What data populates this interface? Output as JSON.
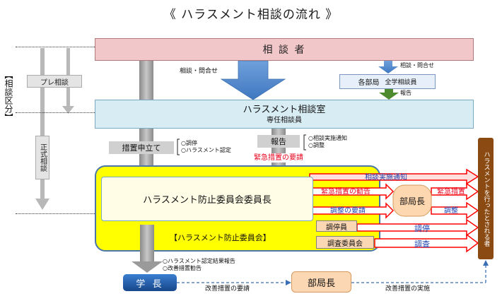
{
  "title": "《 ハラスメント相談の流れ 》",
  "classification": {
    "label": "【相談区分】",
    "pre": "プレ相談",
    "formal": "正式相談"
  },
  "boxes": {
    "consultant": "相 談 者",
    "office": "ハラスメント相談室",
    "office_staff": "専任相談員",
    "dept": "各部局",
    "dept_staff": "全学相談員",
    "chair": "ハラスメント防止委員会委員長",
    "committee": "【ハラスメント防止委員会】",
    "mediator": "調停員",
    "investigator": "調査委員会",
    "dept_head_inner": "部局長",
    "president": "学 長",
    "dept_head_bottom": "部局長",
    "target": "ハラスメントを行ったとされる者"
  },
  "labels": {
    "consult_inquiry_1": "相談・問合せ",
    "consult_inquiry_2": "相談・問合せ",
    "report_small": "報告",
    "measure_request": "措置申立て",
    "measure_options": [
      "○調停",
      "○ハラスメント認定"
    ],
    "report": "報告",
    "report_options": [
      "○相談実施通知",
      "○調整"
    ],
    "urgent_request": "緊急措置の要請",
    "result_report": [
      "○ハラスメント認定結果報告",
      "○改善措置勧告"
    ],
    "improvement_request": "改善措置の要請",
    "improvement_impl": "改善措置の実施"
  },
  "arrows": {
    "notice": "相談実施通知",
    "urgent_advice": "緊急措置の勧告",
    "urgent_measure": "緊急措置",
    "adjust_request": "調整の要請",
    "adjust": "調整",
    "mediation": "調停",
    "investigation": "調査"
  },
  "colors": {
    "consultant_fill": "#f2c7c9",
    "office_fill": "#d8ecf4",
    "committee_fill": "#ffff00",
    "committee_border": "#4a76a8",
    "red": "#ff0000",
    "blue_arrow": "#4f86c6",
    "green_arrow": "#4e8a2e",
    "gray_arrow": "#9a9a9a",
    "president_fill": "#1f5fb0",
    "dept_bottom_fill": "#fbd7b4",
    "target_fill": "#8b4a12"
  }
}
